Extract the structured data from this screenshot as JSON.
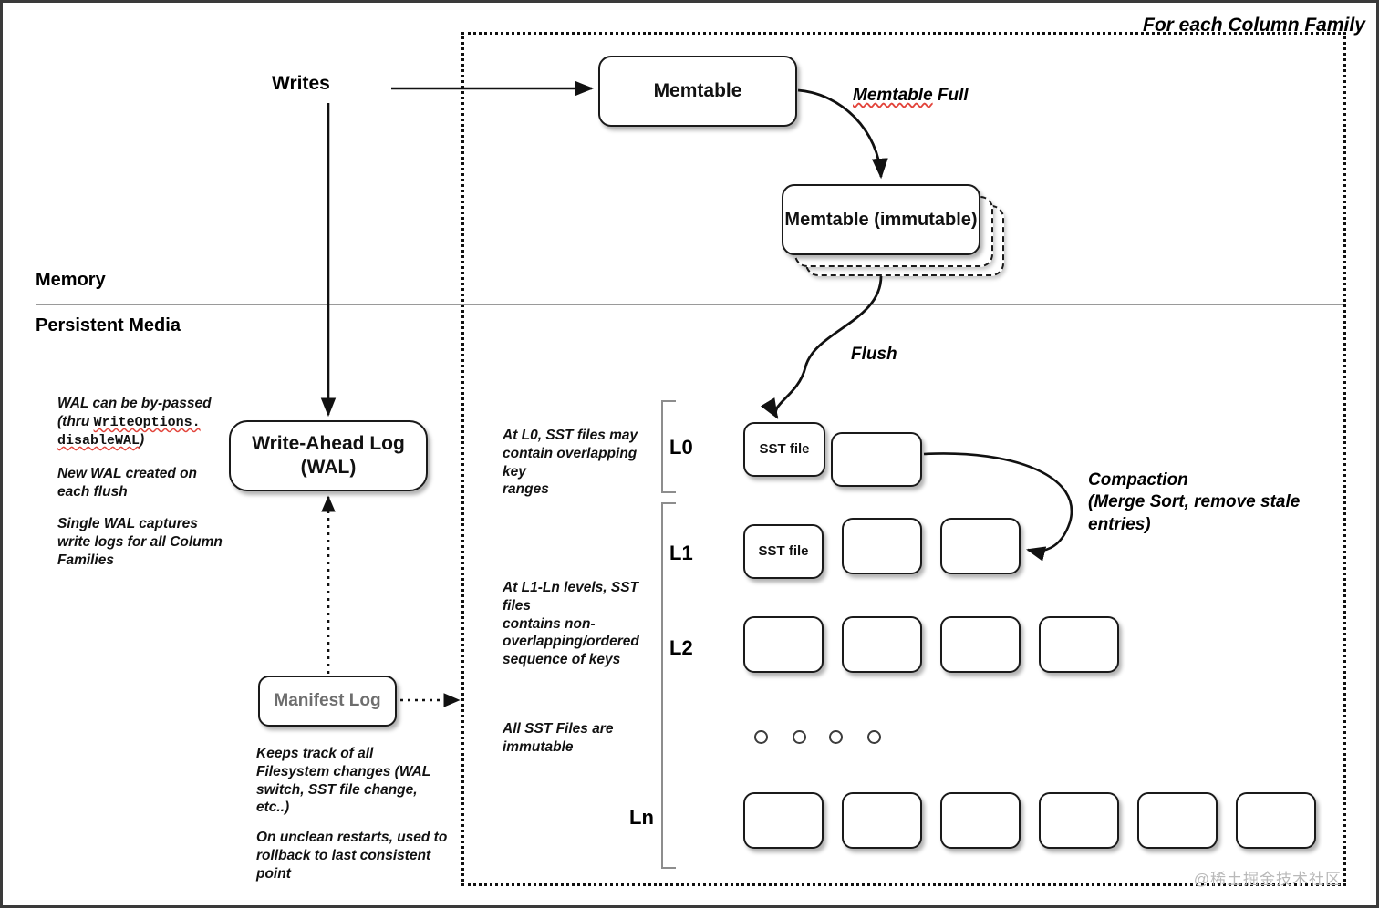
{
  "diagram": {
    "title_label": "For each Column Family",
    "watermark": "@稀土掘金技术社区",
    "memory_label": "Memory",
    "persistent_label": "Persistent Media",
    "writes_label": "Writes"
  },
  "memtable": {
    "active_label": "Memtable",
    "immutable_label": "Memtable\n(immutable)",
    "full_edge_label": "Memtable Full",
    "flush_edge_label": "Flush"
  },
  "wal": {
    "box_label": "Write-Ahead Log\n(WAL)",
    "notes": [
      {
        "prefix": "WAL can be by-passed\n(thru ",
        "code1": "WriteOptions.",
        "code2": "disableWAL",
        "suffix": ")"
      },
      {
        "text": "New WAL created on\neach flush"
      },
      {
        "text": "Single WAL captures\nwrite logs for all Column\nFamilies"
      }
    ]
  },
  "manifest": {
    "box_label": "Manifest\nLog",
    "notes": [
      "Keeps track of all\nFilesystem changes (WAL\nswitch, SST file change,\netc..)",
      "On unclean restarts, used to\nrollback to last consistent\npoint"
    ]
  },
  "levels": {
    "l0": {
      "name": "L0",
      "note": "At L0, SST files may\ncontain overlapping key\nranges",
      "files": [
        "SST file",
        ""
      ]
    },
    "l1": {
      "name": "L1",
      "files": [
        "SST file",
        "",
        ""
      ]
    },
    "l2": {
      "name": "L2",
      "files": [
        "",
        "",
        "",
        ""
      ]
    },
    "ln": {
      "name": "Ln",
      "files": [
        "",
        "",
        "",
        "",
        "",
        ""
      ]
    },
    "l1ln_note": "At L1-Ln levels, SST files\ncontains non-\noverlapping/ordered\nsequence of keys",
    "immutable_note": "All SST Files are\nimmutable",
    "ellipsis_count": 4
  },
  "compaction": {
    "label": "Compaction\n(Merge Sort, remove stale\nentries)"
  },
  "colors": {
    "stroke": "#1a1a1a",
    "divider": "#9a9a9a",
    "bracket": "#8d8d8d",
    "manifest_text": "#6e6e6e",
    "spellcheck": "#e2443b",
    "watermark": "#b9b9b9"
  }
}
